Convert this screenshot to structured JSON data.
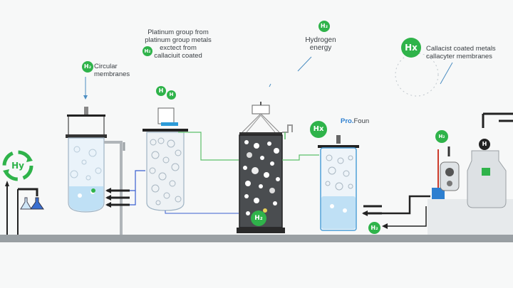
{
  "labels": {
    "circular_membranes": "Circular\nmembranes",
    "platinum": "Platinum group from\nplatinum group metals\nexctect from\ncallaciuit coated",
    "hydrogen_energy": "Hydrogen\nenergy",
    "callacist": "Callacist coated metals\ncallacyter membranes",
    "pro_foun_a": "Pro.",
    "pro_foun_b": "Foun"
  },
  "badges": {
    "hy_cycle": "Hy",
    "h2": "H₂",
    "hx": "Hx",
    "hx_big": "Hx",
    "h_small": "H",
    "h_dark": "H"
  },
  "colors": {
    "accent_green": "#2fb34a",
    "liquid_blue": "#cfe6f7",
    "pipe_dark": "#222222",
    "pipe_blue": "#3a5fd0",
    "pipe_green": "#5cc06a",
    "ground": "#8d9296"
  }
}
